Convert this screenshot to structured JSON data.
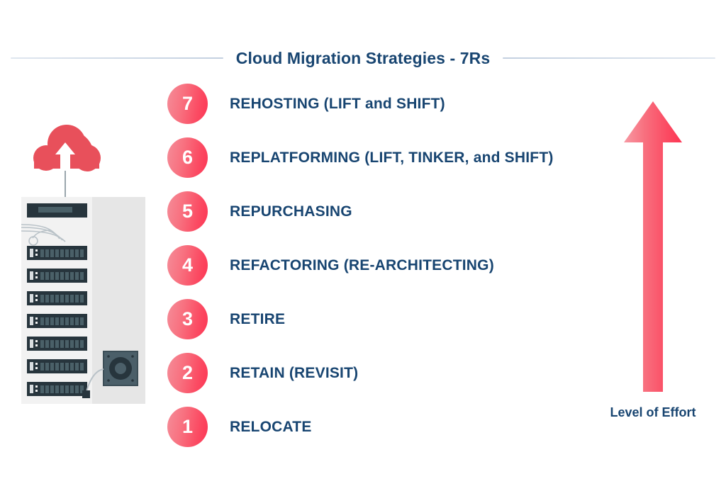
{
  "page": {
    "title": "Cloud Migration Strategies - 7Rs",
    "background_color": "#ffffff"
  },
  "colors": {
    "navy_text": "#184571",
    "coral": "#e8505b",
    "badge_light": "#f58d99",
    "badge_dark": "#fd3554",
    "rule": "#c3d0e0",
    "rack_front": "#f2f2f2",
    "rack_side": "#e6e6e6",
    "server_bezel": "#27353d",
    "server_slot": "#4a6068"
  },
  "strategies": [
    {
      "number": "7",
      "label": "REHOSTING (LIFT and SHIFT)"
    },
    {
      "number": "6",
      "label": "REPLATFORMING (LIFT, TINKER, and SHIFT)"
    },
    {
      "number": "5",
      "label": "REPURCHASING"
    },
    {
      "number": "4",
      "label": "REFACTORING (RE-ARCHITECTING)"
    },
    {
      "number": "3",
      "label": "RETIRE"
    },
    {
      "number": "2",
      "label": "RETAIN (REVISIT)"
    },
    {
      "number": "1",
      "label": "RELOCATE"
    }
  ],
  "effort": {
    "caption": "Level of Effort",
    "direction": "up"
  },
  "illustration": {
    "cloud_icon": "cloud-upload-icon",
    "rack_icon": "server-rack-icon",
    "fan_icon": "cooling-fan-icon",
    "server_unit_count": 7
  }
}
